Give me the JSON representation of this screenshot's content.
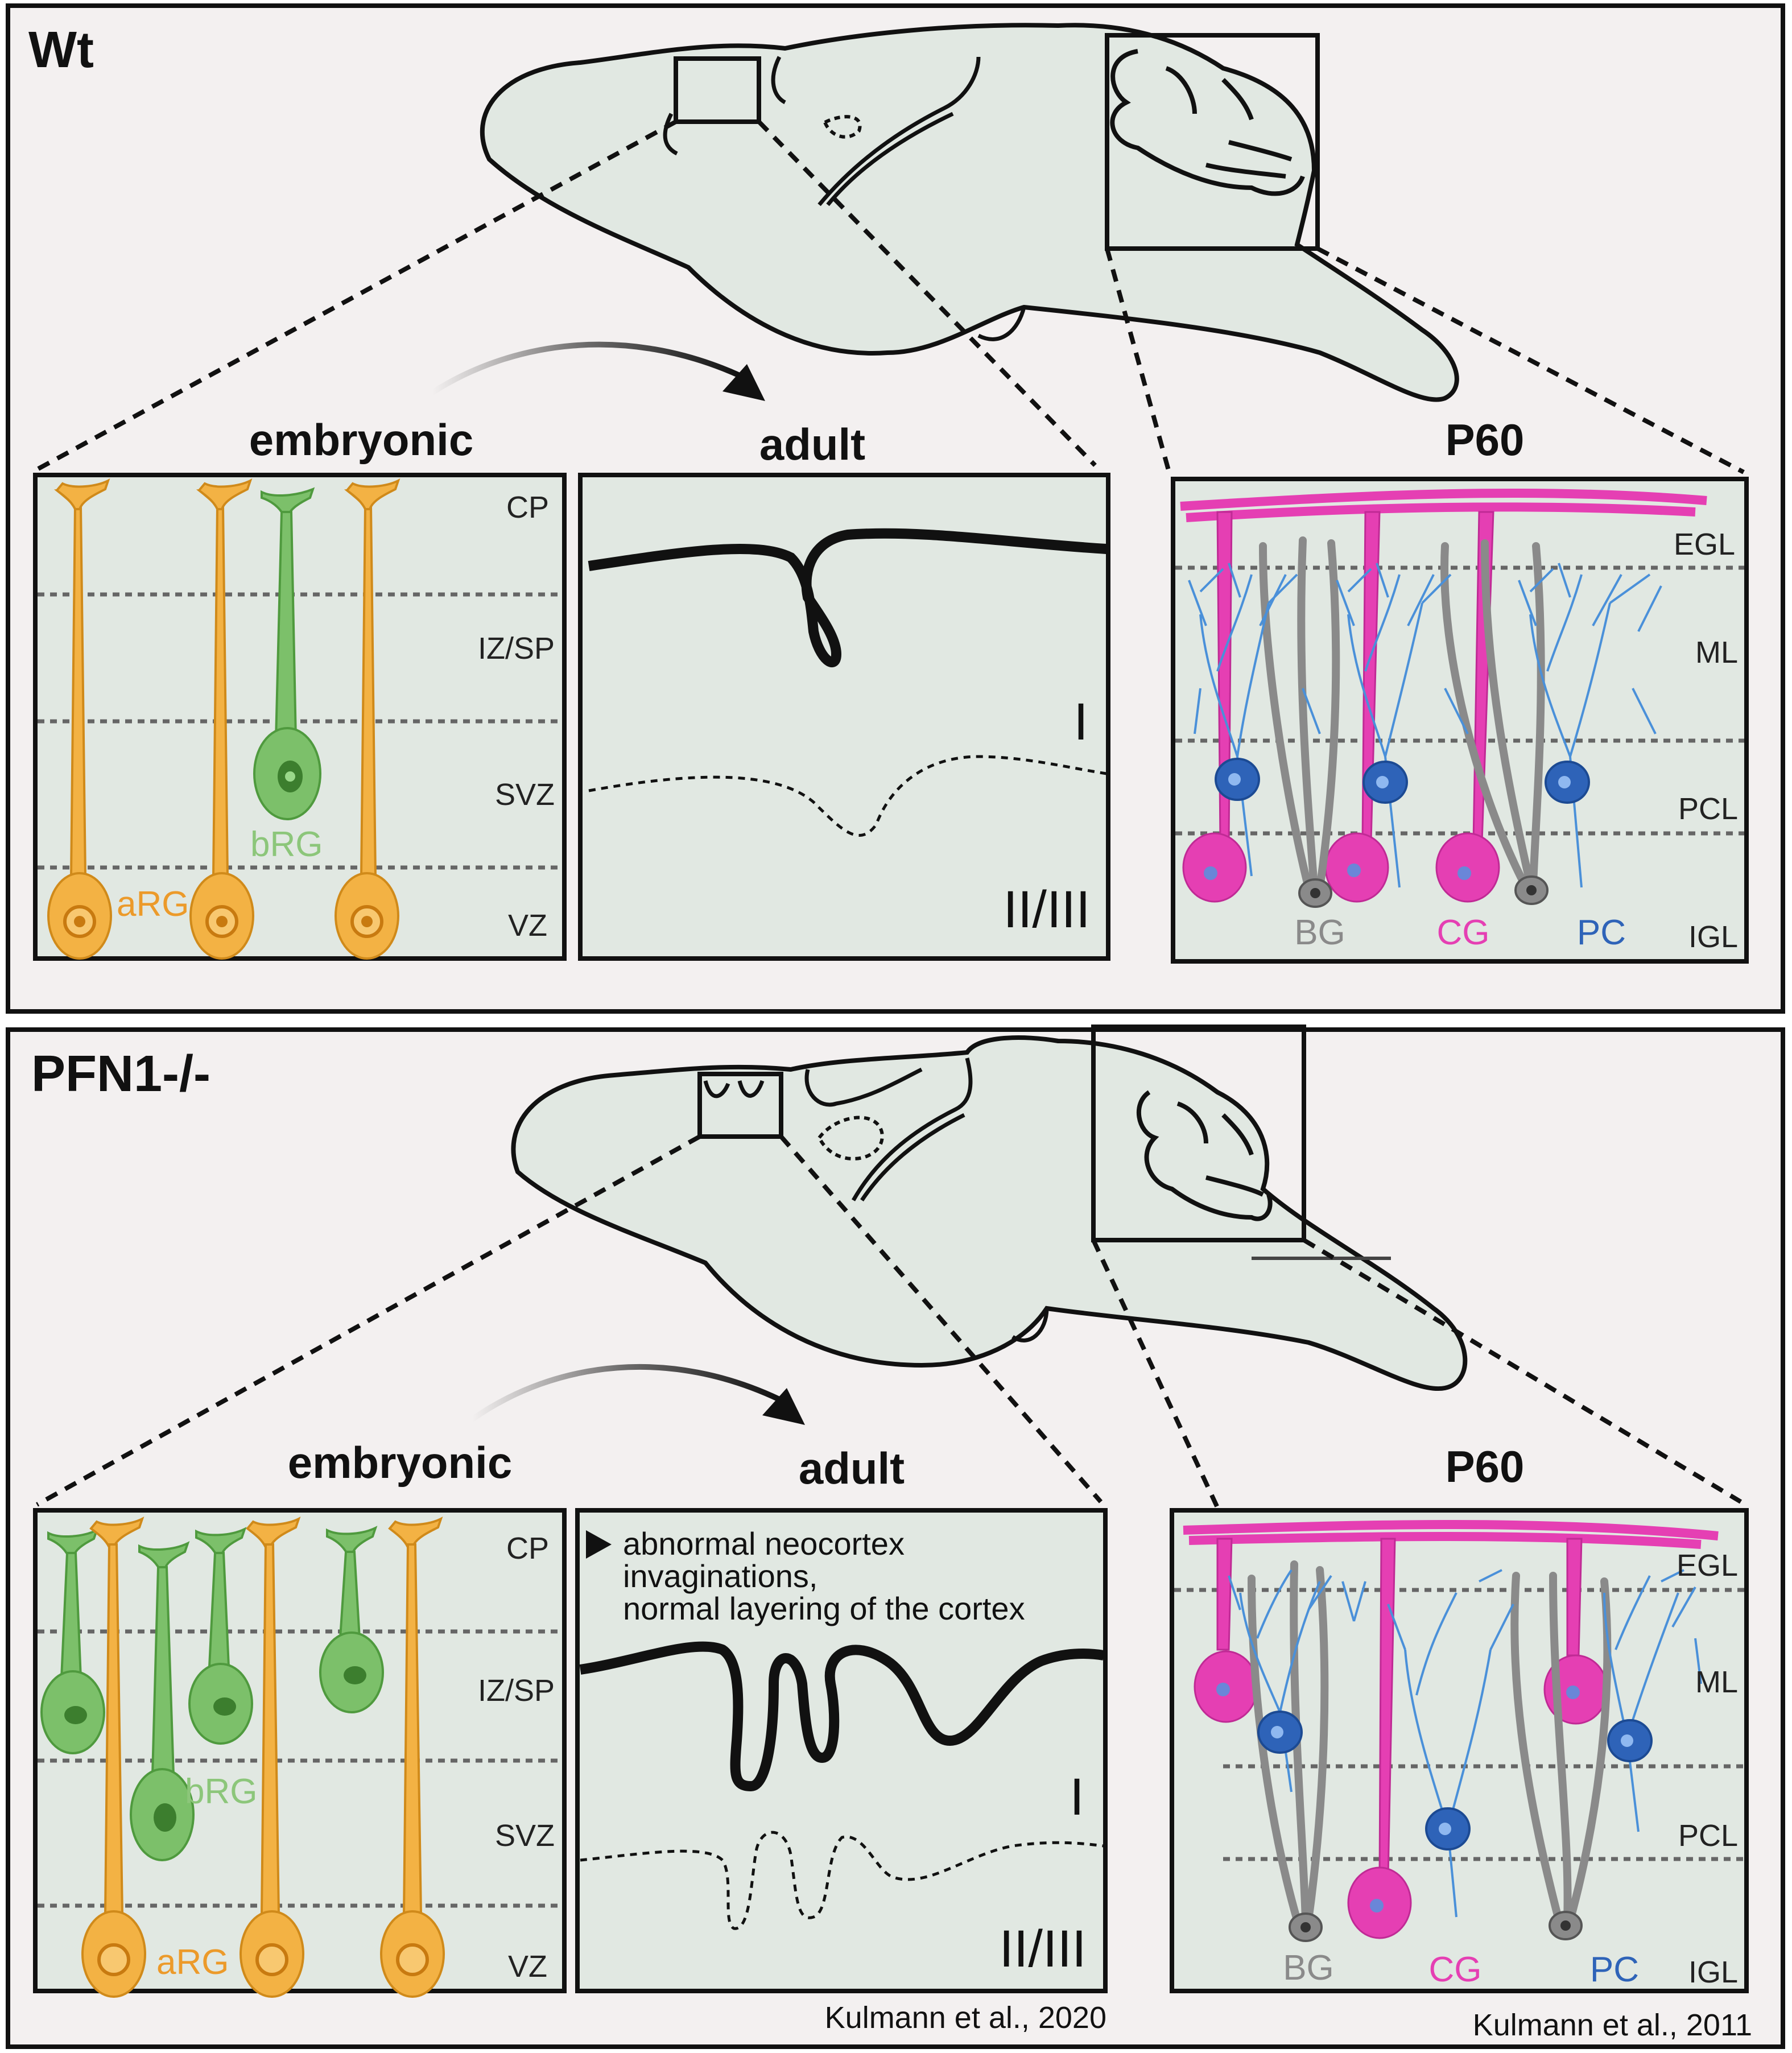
{
  "colors": {
    "background": "#f3f0f0",
    "tissue": "#e1e8e2",
    "arg": "#f3b244",
    "brg": "#7cc06a",
    "cg": "#e53fb3",
    "bg": "#8a8a8a",
    "pc": "#2e63b8",
    "dendrite": "#4a90d9",
    "line": "#111111"
  },
  "wt": {
    "title": "Wt",
    "embryonic": {
      "heading": "embryonic",
      "layers": [
        "CP",
        "IZ/SP",
        "SVZ",
        "VZ"
      ],
      "cell_labels": {
        "brg": "bRG",
        "arg": "aRG"
      }
    },
    "adult": {
      "heading": "adult",
      "layer_upper": "I",
      "layer_lower": "II/III"
    },
    "cerebellum": {
      "heading": "P60",
      "layers": [
        "EGL",
        "ML",
        "PCL",
        "IGL"
      ],
      "cell_labels": {
        "bg": "BG",
        "cg": "CG",
        "pc": "PC"
      }
    }
  },
  "pfn": {
    "title": "PFN1-/-",
    "embryonic": {
      "heading": "embryonic",
      "layers": [
        "CP",
        "IZ/SP",
        "SVZ",
        "VZ"
      ],
      "cell_labels": {
        "brg": "bRG",
        "arg": "aRG"
      }
    },
    "adult": {
      "heading": "adult",
      "layer_upper": "I",
      "layer_lower": "II/III",
      "note_lines": [
        "abnormal neocortex",
        "invaginations,",
        "normal layering of the cortex"
      ]
    },
    "cerebellum": {
      "heading": "P60",
      "layers": [
        "EGL",
        "ML",
        "PCL",
        "IGL"
      ],
      "cell_labels": {
        "bg": "BG",
        "cg": "CG",
        "pc": "PC"
      }
    }
  },
  "citations": {
    "cortex": "Kulmann et al., 2020",
    "cerebellum": "Kulmann et al., 2011"
  }
}
